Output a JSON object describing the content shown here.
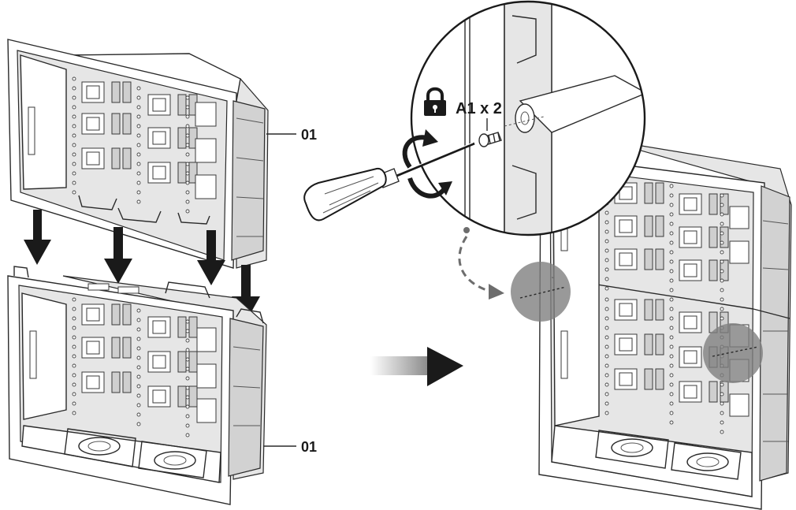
{
  "callout": {
    "fastener_label": "A1 x 2",
    "lock_icon": "padlock-icon",
    "rotate_icon": "clockwise-rotate-icon",
    "tool_icon": "screwdriver-icon"
  },
  "parts": {
    "upper_box_label": "01",
    "lower_box_label": "01"
  },
  "colors": {
    "line": "#2a2a2a",
    "highlight": "#808080",
    "arrow": "#1a1a1a",
    "arrow_fade": "#e0e0e0"
  }
}
